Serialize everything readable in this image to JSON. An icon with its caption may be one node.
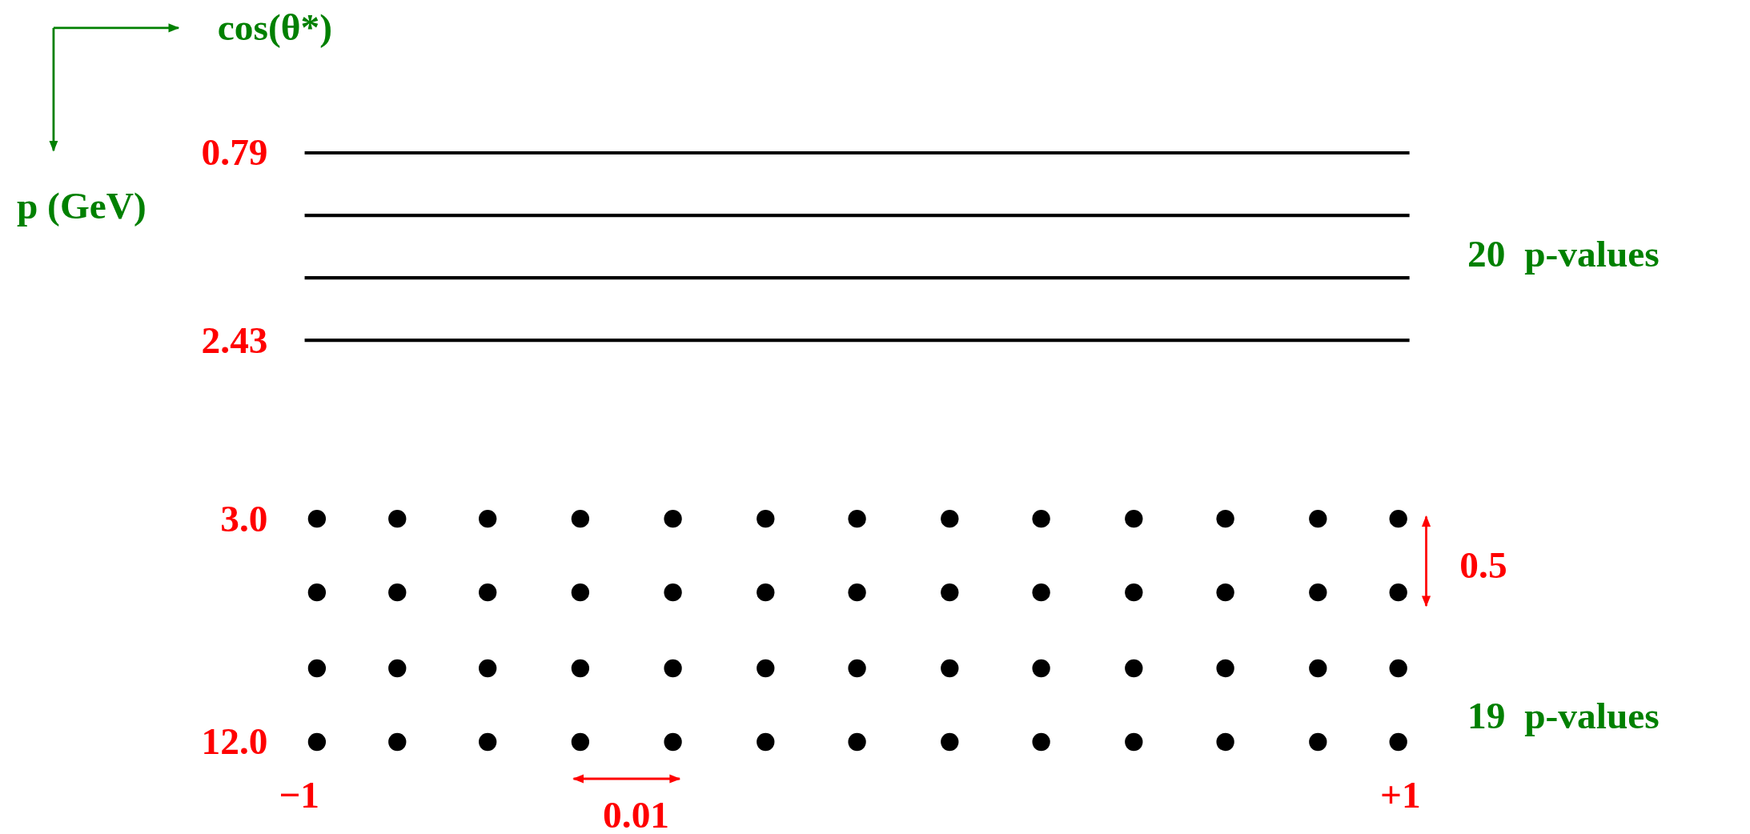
{
  "diagram": {
    "labels": [
      "cos(θ*)",
      "p (GeV)",
      "0.79",
      "2.43",
      "20  p-values",
      "3.0",
      "0.5",
      "19  p-values",
      "12.0",
      "−1",
      "0.01",
      "+1"
    ]
  }
}
